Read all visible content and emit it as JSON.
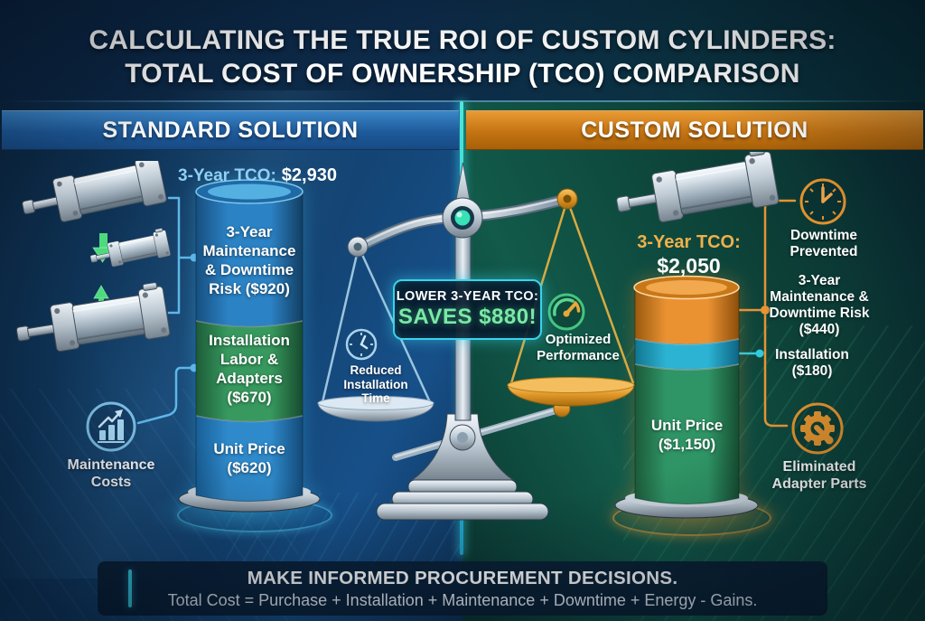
{
  "title": {
    "line1": "CALCULATING THE TRUE ROI OF CUSTOM CYLINDERS:",
    "line2": "TOTAL COST OF OWNERSHIP (TCO) COMPARISON"
  },
  "standard": {
    "header": "STANDARD SOLUTION",
    "tco_label": "3-Year TCO:",
    "tco_value": "$2,930",
    "tco_total_usd": 2930,
    "segments": [
      {
        "name": "maintenance-downtime-risk",
        "label": "3-Year\nMaintenance\n& Downtime\nRisk ($920)",
        "value_usd": 920,
        "color": "#2b82c4"
      },
      {
        "name": "installation-labor-adapters",
        "label": "Installation\nLabor &\nAdapters\n($670)",
        "value_usd": 670,
        "color": "#37995e"
      },
      {
        "name": "unit-price",
        "label": "Unit Price\n($620)",
        "value_usd": 620,
        "color": "#2f8acb"
      }
    ],
    "callout": "Maintenance\nCosts"
  },
  "scale": {
    "left_pan": "Reduced\nInstallation\nTime",
    "right_pan": "Optimized\nPerformance",
    "savings_title": "LOWER 3-YEAR TCO:",
    "savings_value": "SAVES $880!",
    "savings_usd": 880
  },
  "custom": {
    "header": "CUSTOM SOLUTION",
    "tco_label": "3-Year TCO:",
    "tco_value": "$2,050",
    "tco_total_usd": 2050,
    "segments": [
      {
        "name": "maintenance-downtime-risk",
        "label": "",
        "value_usd": 440,
        "color": "#ea9232"
      },
      {
        "name": "installation",
        "label": "",
        "value_usd": 180,
        "color": "#2cb3d3"
      },
      {
        "name": "unit-price",
        "label": "Unit Price\n($1,150)",
        "value_usd": 1150,
        "color": "#2f9566"
      }
    ],
    "callouts": [
      {
        "name": "downtime-prevented",
        "label": "Downtime\nPrevented"
      },
      {
        "name": "maintenance-downtime-risk",
        "label": "3-Year\nMaintenance &\nDowntime Risk\n($440)"
      },
      {
        "name": "installation",
        "label": "Installation\n($180)"
      },
      {
        "name": "eliminated-adapter-parts",
        "label": "Eliminated\nAdapter Parts"
      }
    ]
  },
  "footer": {
    "line1": "MAKE INFORMED PROCUREMENT DECISIONS.",
    "line2": "Total Cost = Purchase + Installation + Maintenance + Downtime + Energy - Gains."
  },
  "colors": {
    "accent_cyan": "#38d4ec",
    "accent_orange": "#e0922e",
    "accent_blue": "#59b4e6",
    "savings_green": "#79e9a5",
    "standard_banner": "#1e5a9a",
    "custom_banner": "#c47413"
  },
  "icons": [
    "bar-chart-icon",
    "clock-icon",
    "gauge-icon",
    "gear-wrench-icon"
  ]
}
